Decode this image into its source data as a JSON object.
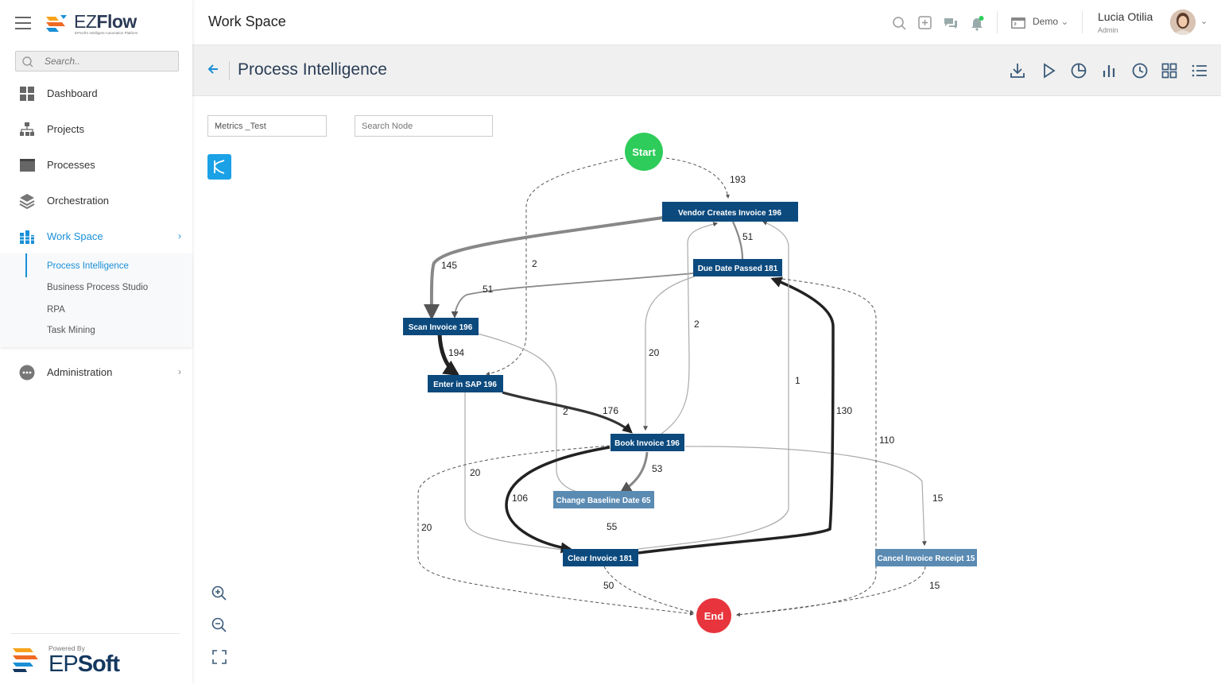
{
  "brand": {
    "name_light": "EZ",
    "name_bold": "Flow",
    "tagline": "EPSoft's Intelligent Automation Platform"
  },
  "sidebar": {
    "search_placeholder": "Search..",
    "items": [
      {
        "label": "Dashboard"
      },
      {
        "label": "Projects"
      },
      {
        "label": "Processes"
      },
      {
        "label": "Orchestration"
      },
      {
        "label": "Work Space"
      },
      {
        "label": "Administration"
      }
    ],
    "submenu": [
      {
        "label": "Process Intelligence"
      },
      {
        "label": "Business Process Studio"
      },
      {
        "label": "RPA"
      },
      {
        "label": "Task Mining"
      }
    ],
    "powered_by": "Powered By",
    "powered_brand_light": "EP",
    "powered_brand_bold": "Soft"
  },
  "topbar": {
    "title": "Work Space",
    "workspace": "Demo",
    "user_name": "Lucia Otilia",
    "user_role": "Admin"
  },
  "page": {
    "title": "Process Intelligence"
  },
  "controls": {
    "metrics_select": "Metrics _Test",
    "search_node_placeholder": "Search Node"
  },
  "colors": {
    "accent": "#1a8fd6",
    "node_dark": "#0c4a7e",
    "node_light": "#5b8bb3",
    "start": "#2ecc5a",
    "end": "#e8343c"
  },
  "graph": {
    "start_label": "Start",
    "end_label": "End",
    "nodes": [
      {
        "id": "vendor",
        "label": "Vendor Creates Invoice 196"
      },
      {
        "id": "due",
        "label": "Due Date Passed 181"
      },
      {
        "id": "scan",
        "label": "Scan Invoice 196"
      },
      {
        "id": "sap",
        "label": "Enter in SAP 196"
      },
      {
        "id": "book",
        "label": "Book Invoice 196"
      },
      {
        "id": "baseline",
        "label": "Change Baseline Date 65"
      },
      {
        "id": "clear",
        "label": "Clear Invoice 181"
      },
      {
        "id": "cancel",
        "label": "Cancel Invoice Receipt 15"
      }
    ],
    "edge_labels": [
      "193",
      "51",
      "145",
      "2",
      "51",
      "2",
      "194",
      "20",
      "1",
      "130",
      "176",
      "2",
      "110",
      "53",
      "20",
      "106",
      "15",
      "20",
      "55",
      "50",
      "15"
    ]
  }
}
